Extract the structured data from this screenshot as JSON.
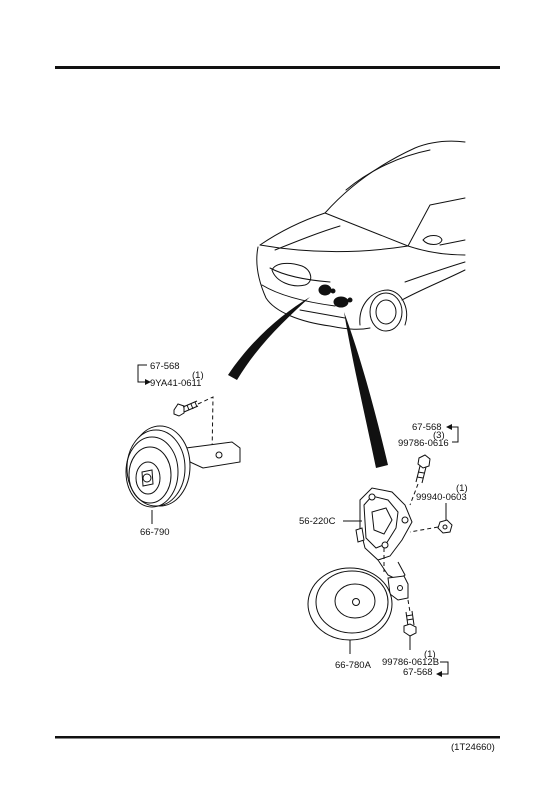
{
  "diagram": {
    "colors": {
      "ink": "#111111",
      "background": "#ffffff"
    },
    "left_assembly": {
      "bolt_ref": "67-568",
      "bolt_qty": "(1)",
      "bolt_part": "9YA41-0611",
      "horn_part": "66-790"
    },
    "right_assembly": {
      "bolt_ref": "67-568",
      "bolt_qty": "(3)",
      "bolt_part": "99786-0616",
      "nut_qty": "(1)",
      "nut_part": "99940-0603",
      "bracket_part": "56-220C",
      "horn_part": "66-780A",
      "lower_bolt_qty": "(1)",
      "lower_bolt_part": "99786-0612B",
      "lower_bolt_ref": "67-568"
    },
    "figure_code": "(1T24660)"
  }
}
